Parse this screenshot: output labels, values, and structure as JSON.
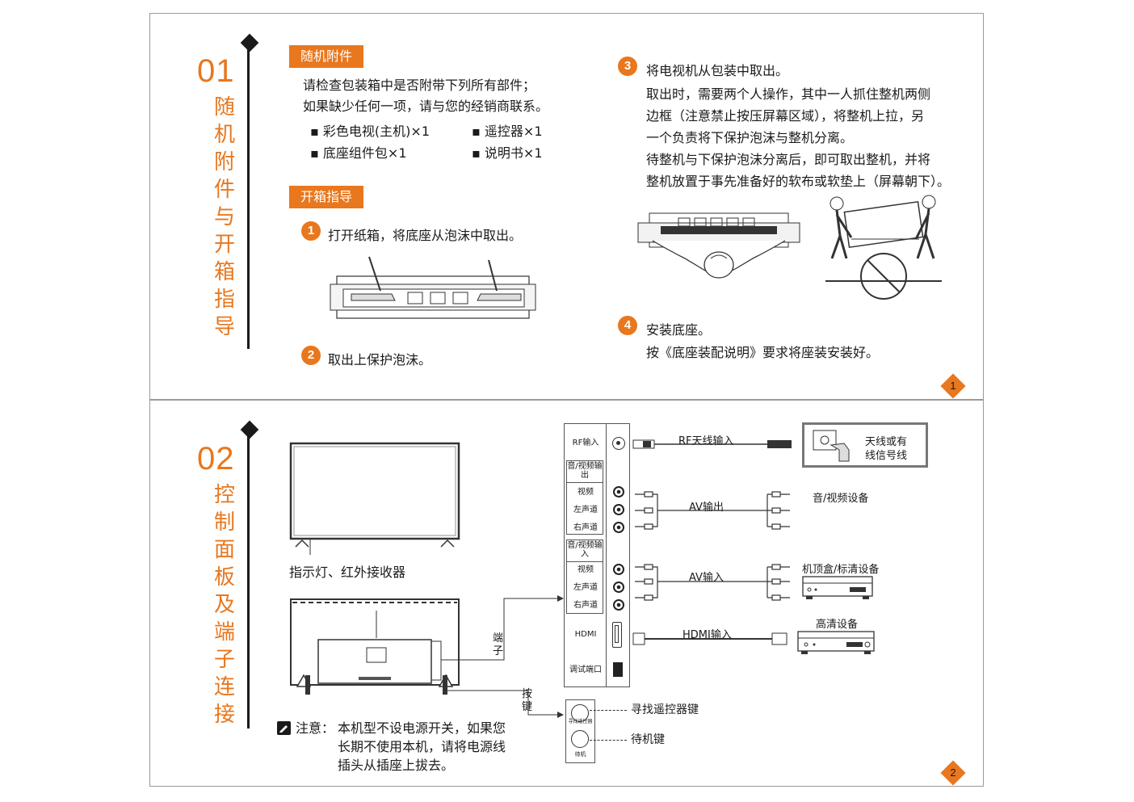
{
  "page1": {
    "section_number": "01",
    "section_title": [
      "随",
      "机",
      "附",
      "件",
      "与",
      "开",
      "箱",
      "指",
      "导"
    ],
    "accessories": {
      "tag": "随机附件",
      "intro_line1": "请检查包装箱中是否附带下列所有部件；",
      "intro_line2": "如果缺少任何一项，请与您的经销商联系。",
      "items": [
        "▪ 彩色电视(主机)×1",
        "▪ 遥控器×1",
        "▪ 底座组件包×1",
        "▪ 说明书×1"
      ]
    },
    "unboxing": {
      "tag": "开箱指导",
      "step1_num": "1",
      "step1_text": "打开纸箱，将底座从泡沫中取出。",
      "step2_num": "2",
      "step2_text": "取出上保护泡沫。",
      "step3_num": "3",
      "step3_title": "将电视机从包装中取出。",
      "step3_lines": [
        "取出时，需要两个人操作，其中一人抓住整机两侧",
        "边框（注意禁止按压屏幕区域），将整机上拉，另",
        "一个负责将下保护泡沫与整机分离。",
        "待整机与下保护泡沫分离后，即可取出整机，并将",
        "整机放置于事先准备好的软布或软垫上（屏幕朝下）。"
      ],
      "step4_num": "4",
      "step4_title": "安装底座。",
      "step4_text": "按《底座装配说明》要求将座装安装好。"
    },
    "page_number": "1"
  },
  "page2": {
    "section_number": "02",
    "section_title": [
      "控",
      "制",
      "面",
      "板",
      "及",
      "端",
      "子",
      "连",
      "接"
    ],
    "indicator_label": "指示灯、红外接收器",
    "terminal_label": [
      "端",
      "子"
    ],
    "button_label": [
      "按",
      "键"
    ],
    "note": {
      "prefix": "注意：",
      "line1": "本机型不设电源开关，如果您",
      "line2": "长期不使用本机，请将电源线",
      "line3": "插头从插座上拔去。"
    },
    "panel": {
      "rf_in": "RF输入",
      "av_out_title": "音/视频输出",
      "av_out_ports": [
        "视频",
        "左声道",
        "右声道"
      ],
      "av_in_title": "音/视频输入",
      "av_in_ports": [
        "视频",
        "左声道",
        "右声道"
      ],
      "hdmi": "HDMI",
      "debug": "调试端口"
    },
    "connections": {
      "rf_label": "RF天线输入",
      "antenna_label_1": "天线或有",
      "antenna_label_2": "线信号线",
      "av_out_label": "AV输出",
      "av_device": "音/视频设备",
      "av_in_label": "AV输入",
      "stb_device": "机顶盒/标清设备",
      "hdmi_label": "HDMI输入",
      "hd_device": "高清设备"
    },
    "buttons": {
      "find_remote_small": "寻找遥控器",
      "standby_small": "待机",
      "find_remote_label": "寻找遥控器键",
      "standby_label": "待机键"
    },
    "page_number": "2"
  },
  "colors": {
    "accent": "#e8771e",
    "line": "#1a1a1a",
    "border": "#9a9a9a"
  }
}
